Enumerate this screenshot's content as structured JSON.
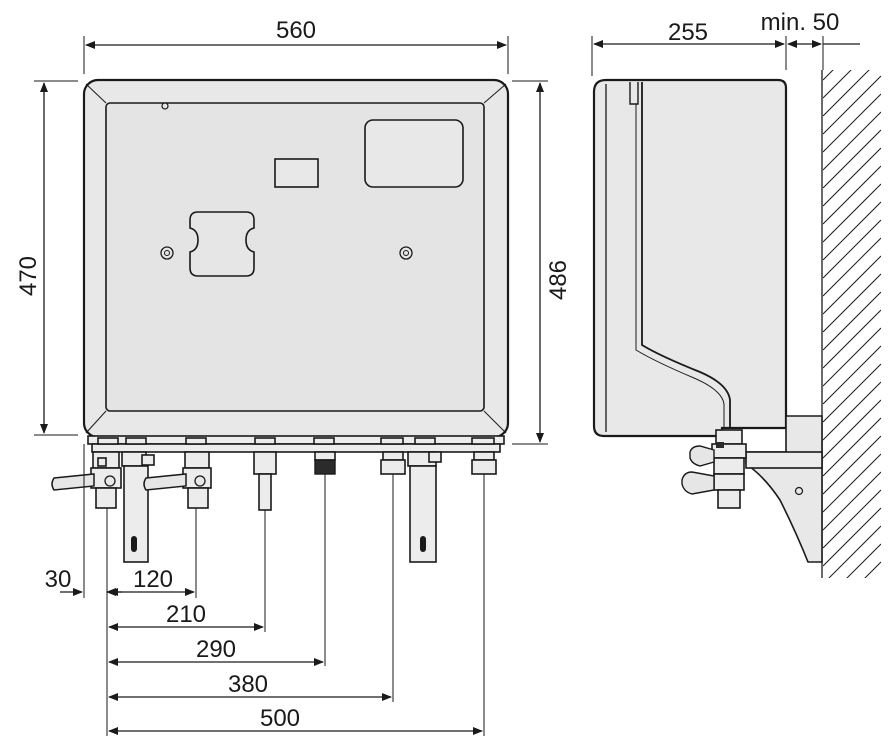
{
  "front_view": {
    "width_label": "560",
    "height_left_label": "470",
    "height_right_label": "486",
    "bottom_offsets": [
      "30",
      "120",
      "210",
      "290",
      "380",
      "500"
    ]
  },
  "side_view": {
    "depth_label": "255",
    "clearance_label": "min. 50"
  }
}
